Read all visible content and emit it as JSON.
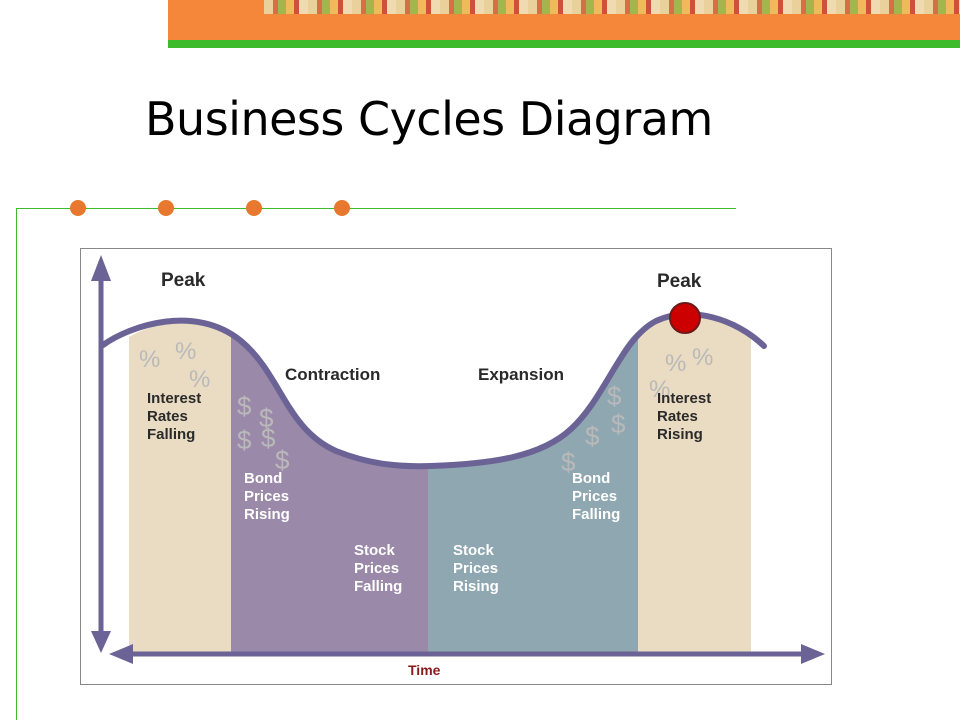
{
  "slide": {
    "title": "Business Cycles Diagram"
  },
  "diagram": {
    "labels": {
      "peak_left": "Peak",
      "peak_right": "Peak",
      "contraction": "Contraction",
      "expansion": "Expansion",
      "time": "Time"
    },
    "interest_falling": [
      "Interest",
      "Rates",
      "Falling"
    ],
    "interest_rising": [
      "Interest",
      "Rates",
      "Rising"
    ],
    "bond_rising": [
      "Bond",
      "Prices",
      "Rising"
    ],
    "bond_falling": [
      "Bond",
      "Prices",
      "Falling"
    ],
    "stock_falling": [
      "Stock",
      "Prices",
      "Falling"
    ],
    "stock_rising": [
      "Stock",
      "Prices",
      "Rising"
    ],
    "symbols": {
      "percent": "%",
      "dollar": "$"
    }
  },
  "colors": {
    "banner_orange": "#f5873a",
    "banner_green": "#3dbb2b",
    "bullet_dot": "#e8782e",
    "beige_band": "#eadcc3",
    "purple_band": "#9b89a9",
    "blue_band": "#8fa7b1",
    "curve_axis": "#6b6396",
    "peak_marker": "#cc0000"
  }
}
